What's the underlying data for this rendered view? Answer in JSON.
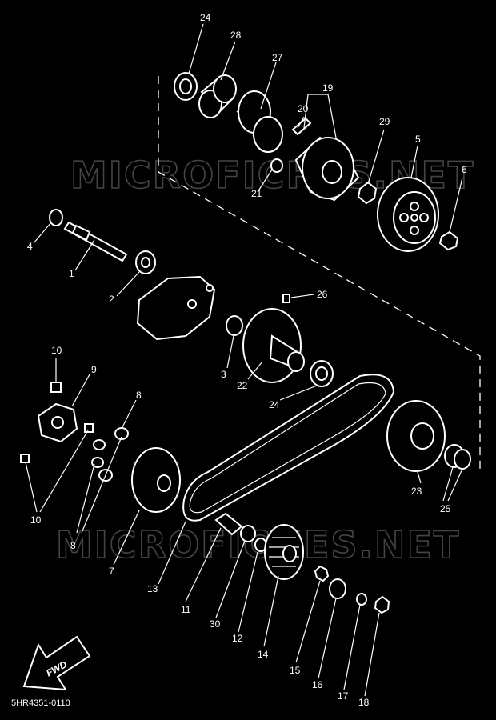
{
  "watermark": "MICROFICHES.NET",
  "drawing_code": "5HR4351-0110",
  "fwd_label": "FWD",
  "callouts": {
    "c1": "1",
    "c2": "2",
    "c3": "3",
    "c4": "4",
    "c5": "5",
    "c6": "6",
    "c7": "7",
    "c8a": "8",
    "c8b": "8",
    "c9": "9",
    "c10a": "10",
    "c10b": "10",
    "c11": "11",
    "c12": "12",
    "c13": "13",
    "c14": "14",
    "c15": "15",
    "c16": "16",
    "c17": "17",
    "c18": "18",
    "c19": "19",
    "c20": "20",
    "c21": "21",
    "c22": "22",
    "c23": "23",
    "c24a": "24",
    "c24b": "24",
    "c25": "25",
    "c26": "26",
    "c27": "27",
    "c28": "28",
    "c29": "29",
    "c30": "30"
  }
}
